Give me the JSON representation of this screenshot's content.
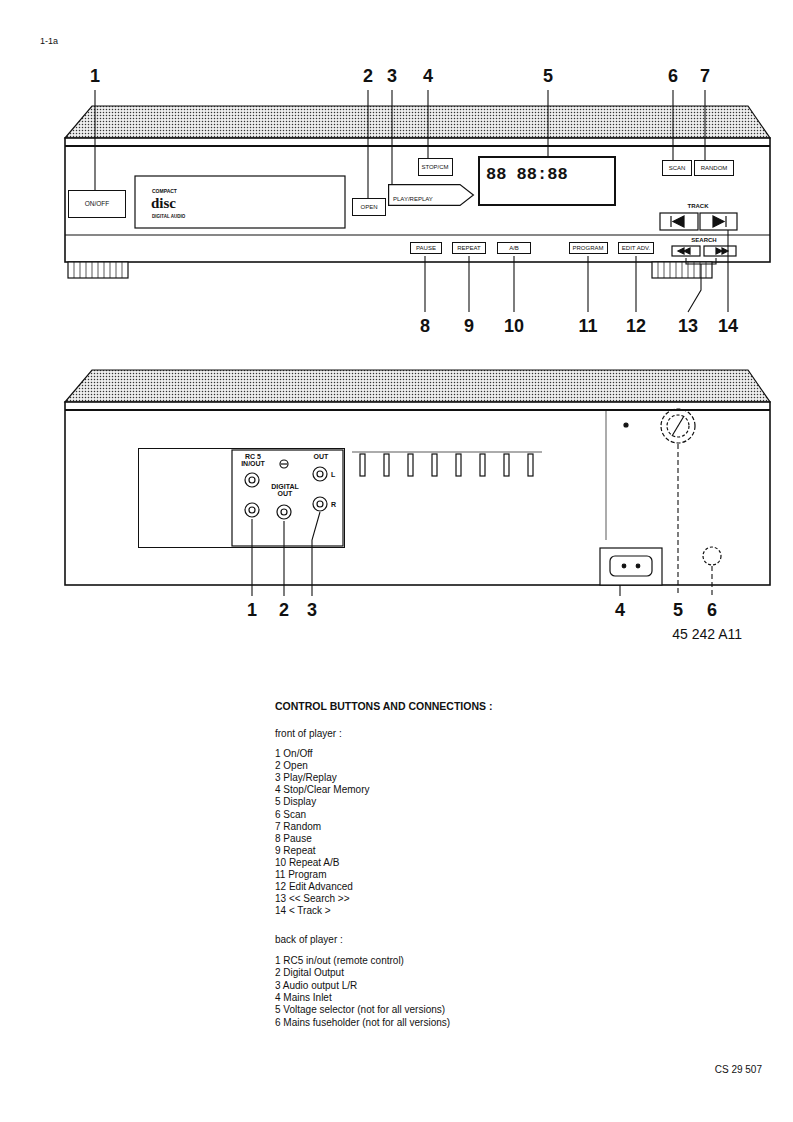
{
  "diagram": {
    "title": "CONTROL BUTTONS AND CONNECTIONS :",
    "nodes": [
      {
        "text": [
          "ON/OFF"
        ]
      },
      {
        "text": [
          "OPEN"
        ]
      },
      {
        "text": [
          "STOP/CM"
        ]
      },
      {
        "text": [
          "PLAY/REPLAY"
        ]
      },
      {
        "text": [
          "88 88:88"
        ]
      },
      {
        "text": [
          "SCAN"
        ]
      },
      {
        "text": [
          "RANDOM"
        ]
      },
      {
        "text": [
          "PAUSE"
        ]
      },
      {
        "text": [
          "REPEAT"
        ]
      },
      {
        "text": [
          "A/B"
        ]
      },
      {
        "text": [
          "PROGRAM"
        ]
      },
      {
        "text": [
          "EDIT ADV."
        ]
      },
      {
        "text": [
          "RC 5 IN/OUT",
          "DIGITAL OUT",
          "OUT",
          "L",
          "R"
        ]
      }
    ],
    "labels": [
      "1-1a",
      "1",
      "2",
      "3",
      "4",
      "5",
      "6",
      "7",
      "COMPACT",
      "disc",
      "DIGITAL AUDIO",
      "TRACK",
      "SEARCH",
      "8",
      "9",
      "10",
      "11",
      "12",
      "13",
      "14",
      "1",
      "2",
      "3",
      "4",
      "5",
      "6",
      "45 242 A11",
      "front of player :",
      "1 On/Off",
      "2 Open",
      "3 Play/Replay",
      "4 Stop/Clear Memory",
      "5 Display",
      "6 Scan",
      "7 Random",
      "8 Pause",
      "9 Repeat",
      "10 Repeat A/B",
      "11 Program",
      "12 Edit Advanced",
      "13 << Search >>",
      "14 < Track >",
      "back of player :",
      "1 RC5 in/out (remote control)",
      "2 Digital Output",
      "3 Audio output L/R",
      "4 Mains Inlet",
      "5 Voltage selector (not for all versions)",
      "6 Mains fuseholder (not for all versions)",
      "CS 29 507"
    ]
  }
}
